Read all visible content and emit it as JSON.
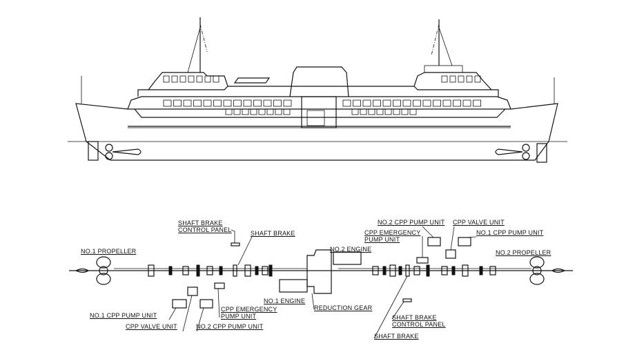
{
  "profile_view": {},
  "machinery_arrangement": {
    "labels": {
      "shaft_brake_control_panel_left_1": "SHAFT BRAKE",
      "shaft_brake_control_panel_left_2": "CONTROL PANEL",
      "shaft_brake_left": "SHAFT BRAKE",
      "no1_propeller": "NO.1 PROPELLER",
      "no2_engine": "NO.2 ENGINE",
      "no1_engine": "NO.1 ENGINE",
      "reduction_gear": "REDUCTION GEAR",
      "no1_cpp_pump_unit_left": "NO.1 CPP PUMP UNIT",
      "cpp_valve_unit_left": "CPP VALVE UNIT",
      "no2_cpp_pump_unit_left": "NO.2 CPP PUMP UNIT",
      "cpp_emergency_left_1": "CPP EMERGENCY",
      "cpp_emergency_left_2": "PUMP UNIT",
      "no2_cpp_pump_unit_right": "NO.2 CPP PUMP UNIT",
      "cpp_valve_unit_right": "CPP VALVE UNIT",
      "cpp_emergency_right_1": "CPP EMERGENCY",
      "cpp_emergency_right_2": "PUMP UNIT",
      "no1_cpp_pump_unit_right": "NO.1 CPP PUMP UNIT",
      "no2_propeller": "NO.2 PROPELLER",
      "shaft_brake_control_panel_right_1": "SHAFT BRAKE",
      "shaft_brake_control_panel_right_2": "CONTROL PANEL",
      "shaft_brake_right": "SHAFT BRAKE"
    }
  }
}
